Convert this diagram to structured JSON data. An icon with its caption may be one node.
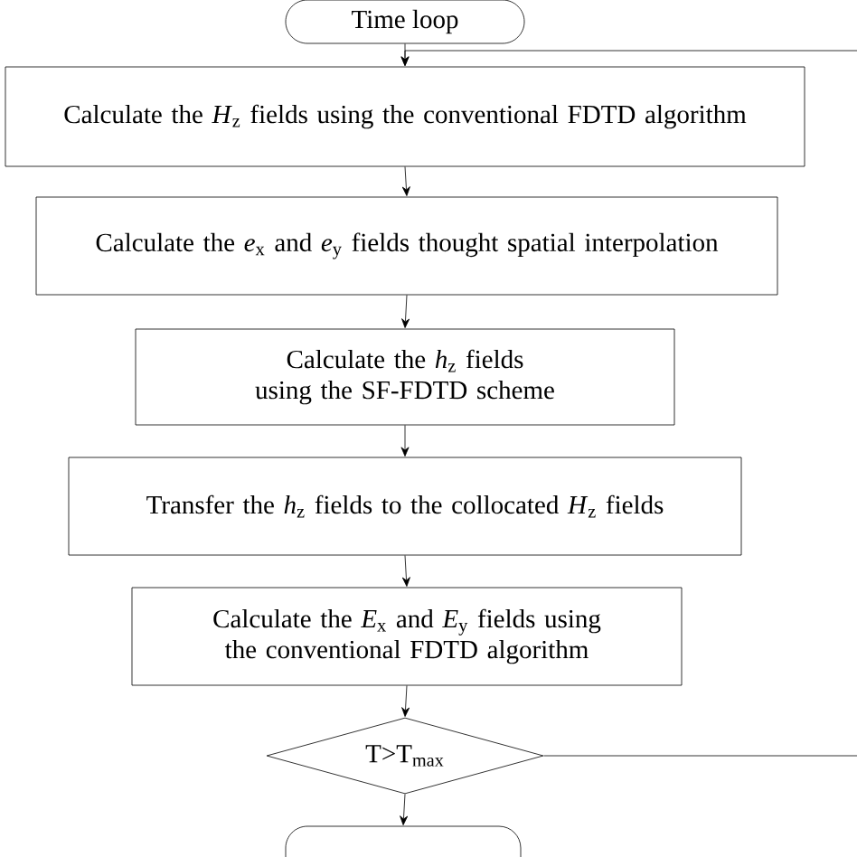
{
  "diagram": {
    "nodes": [
      {
        "text": [
          "Time loop"
        ]
      },
      {
        "text": [
          "Calculate the *H*$_{z}$ fields using the conventional FDTD algorithm"
        ]
      },
      {
        "text": [
          "Calculate the *e*$_{x}$ and *e*$_{y}$ fields thought spatial interpolation"
        ]
      },
      {
        "text": [
          "Calculate the *h*$_{z}$ fields using the SF-FDTD scheme"
        ]
      },
      {
        "text": [
          "Transfer the *h*$_{z}$ fields to the collocated *H*$_{z}$ fields"
        ]
      },
      {
        "text": [
          "Calculate the *E*$_{x}$ and *E*$_{y}$ fields using the conventional FDTD algorithm"
        ]
      },
      {
        "text": [
          "T>T$_{max}$"
        ]
      },
      {
        "text": [],
        "shape": "box"
      }
    ],
    "edges": [
      {
        "from": 0,
        "to": 1,
        "arrow": "to"
      },
      {
        "from": 1,
        "to": 2,
        "arrow": "to"
      },
      {
        "from": 2,
        "to": 3,
        "arrow": "to"
      },
      {
        "from": 3,
        "to": 4,
        "arrow": "to"
      },
      {
        "from": 4,
        "to": 5,
        "arrow": "to"
      },
      {
        "from": 5,
        "to": 6,
        "arrow": "to"
      },
      {
        "from": 6,
        "to": 7,
        "arrow": "to"
      },
      {
        "from": 6,
        "to": 1,
        "arrow": "to"
      }
    ]
  }
}
